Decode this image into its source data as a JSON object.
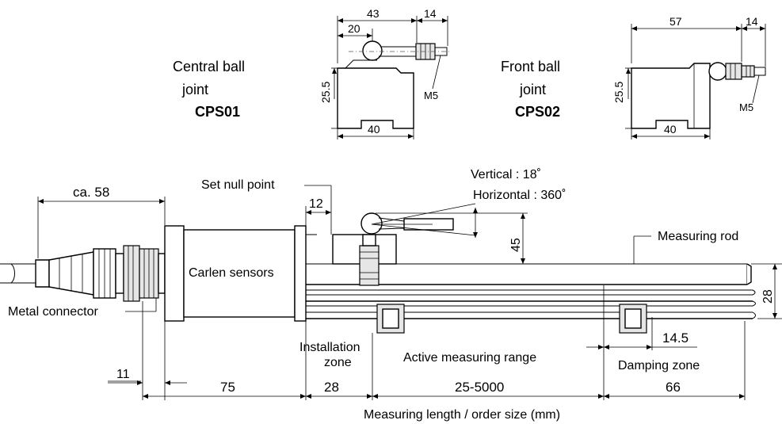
{
  "variants": {
    "cps01": {
      "name_line1": "Central ball",
      "name_line2": "joint",
      "code": "CPS01",
      "dim_43": "43",
      "dim_14": "14",
      "dim_20": "20",
      "dim_25_5": "25.5",
      "dim_40": "40",
      "thread": "M5"
    },
    "cps02": {
      "name_line1": "Front ball",
      "name_line2": "joint",
      "code": "CPS02",
      "dim_57": "57",
      "dim_14": "14",
      "dim_25_5": "25.5",
      "dim_40": "40",
      "thread": "M5"
    }
  },
  "main": {
    "ca_58": "ca. 58",
    "set_null_point": "Set null point",
    "dim_12": "12",
    "vertical": "Vertical : 18˚",
    "horizontal": "Horizontal : 360˚",
    "dim_45": "45",
    "measuring_rod": "Measuring rod",
    "carlen_sensors": "Carlen sensors",
    "dim_28_height": "28",
    "metal_connector": "Metal connector",
    "installation": "Installation",
    "zone": "zone",
    "active_range": "Active measuring range",
    "dim_14_5": "14.5",
    "damping_zone": "Damping zone",
    "dim_11": "11",
    "dim_75": "75",
    "dim_28": "28",
    "dim_range": "25-5000",
    "dim_66": "66",
    "measuring_length": "Measuring length / order size (mm)"
  }
}
